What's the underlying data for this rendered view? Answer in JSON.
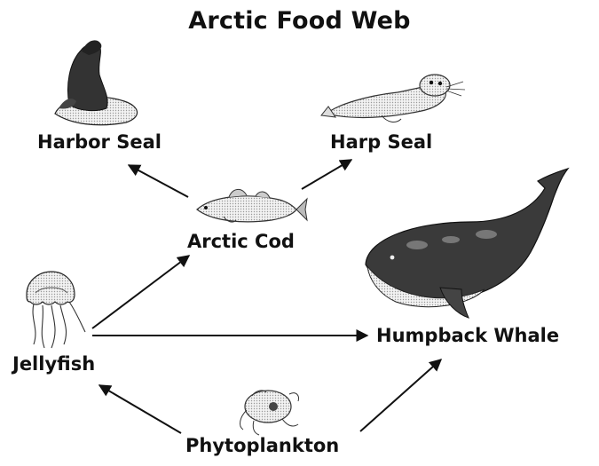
{
  "title": "Arctic Food Web",
  "organisms": {
    "harbor_seal": "Harbor Seal",
    "harp_seal": "Harp Seal",
    "arctic_cod": "Arctic Cod",
    "jellyfish": "Jellyfish",
    "humpback_whale": "Humpback Whale",
    "phytoplankton": "Phytoplankton"
  },
  "links": [
    {
      "from": "Arctic Cod",
      "to": "Harbor Seal"
    },
    {
      "from": "Arctic Cod",
      "to": "Harp Seal"
    },
    {
      "from": "Jellyfish",
      "to": "Arctic Cod"
    },
    {
      "from": "Jellyfish",
      "to": "Humpback Whale"
    },
    {
      "from": "Phytoplankton",
      "to": "Jellyfish"
    },
    {
      "from": "Phytoplankton",
      "to": "Humpback Whale"
    }
  ]
}
